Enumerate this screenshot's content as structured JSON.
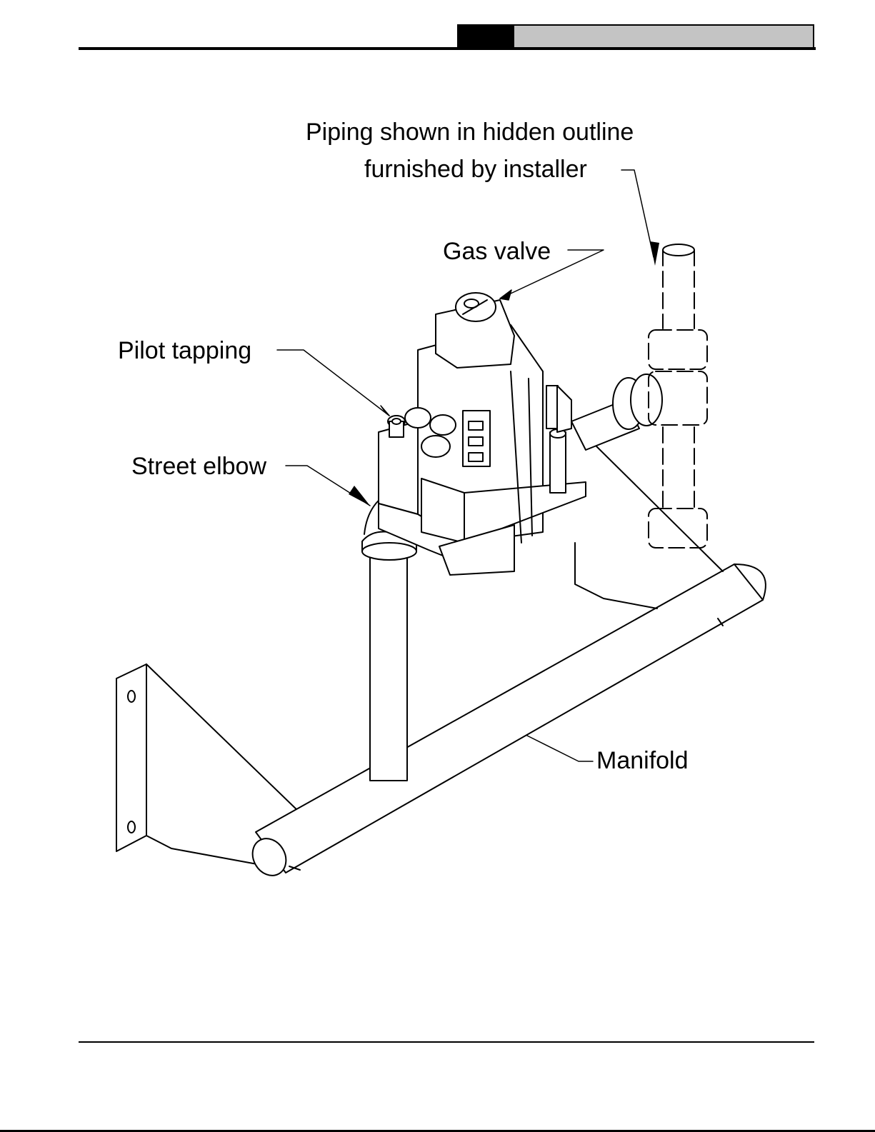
{
  "header": {
    "tab_dark_color": "#000000",
    "tab_gray_color": "#c4c4c4"
  },
  "labels": {
    "piping_line1": "Piping shown in hidden outline",
    "piping_line2": "furnished by installer",
    "gas_valve": "Gas valve",
    "pilot_tapping": "Pilot tapping",
    "street_elbow": "Street elbow",
    "manifold": "Manifold"
  }
}
